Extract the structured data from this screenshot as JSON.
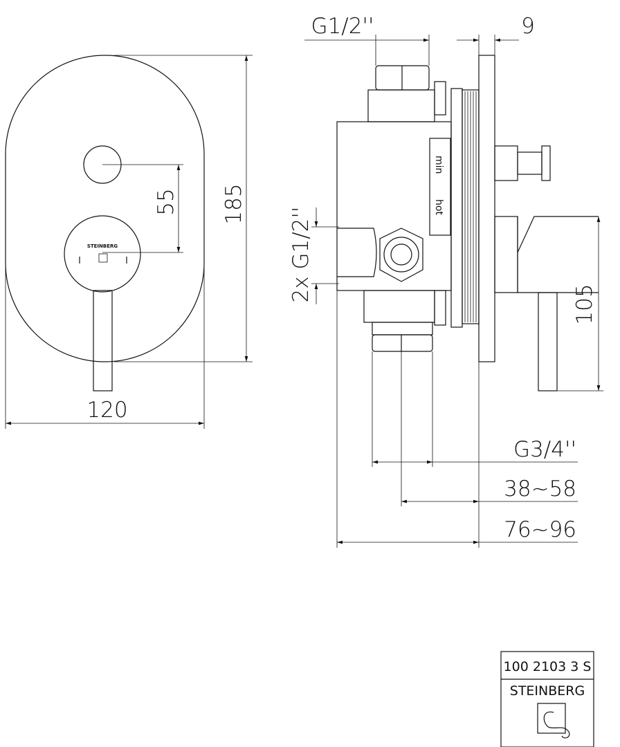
{
  "front_view": {
    "brand_mark": "STEINBERG",
    "dim_height": "185",
    "dim_spacing": "55",
    "dim_width": "120"
  },
  "side_view": {
    "dim_top_connection": "G1/2''",
    "dim_plate": "9",
    "dim_side_connections": "2x G1/2''",
    "dim_lever_height": "105",
    "dim_bottom_connection": "G3/4''",
    "dim_depth_min": "38~58",
    "dim_depth_max": "76~96",
    "label_min": "min",
    "label_hot": "hot"
  },
  "title_block": {
    "article_number": "100 2103 3 S",
    "brand": "STEINBERG"
  }
}
